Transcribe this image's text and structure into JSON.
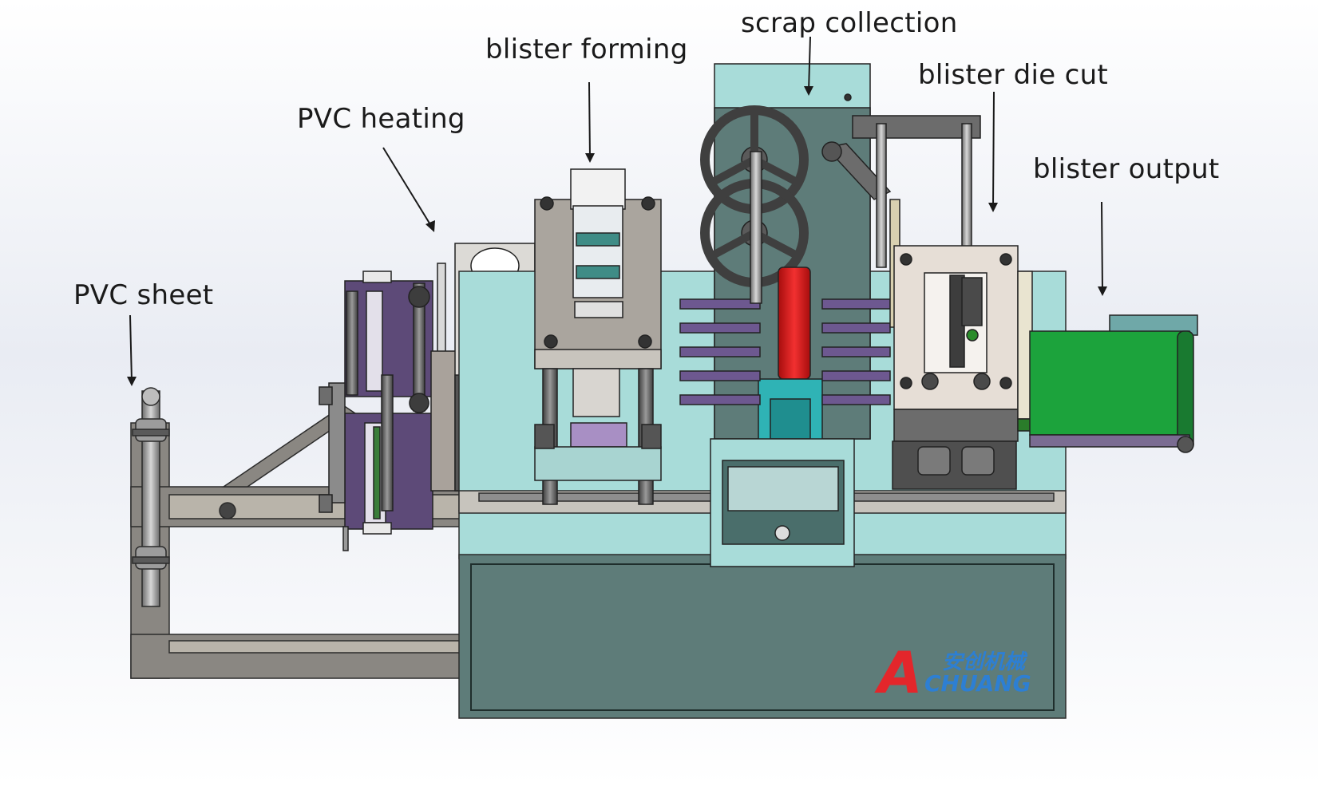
{
  "labels": {
    "pvc_sheet": "PVC sheet",
    "pvc_heating": "PVC heating",
    "blister_forming": "blister forming",
    "scrap_collection": "scrap collection",
    "blister_die_cut": "blister die cut",
    "blister_output": "blister output"
  },
  "logo": {
    "letter": "A",
    "chinese": "安创机械",
    "brand": "CHUANG"
  },
  "colors": {
    "teal_light": "#a8dcd9",
    "teal_dark": "#5e7c79",
    "purple": "#5d4a78",
    "gray_steel": "#8d8984",
    "belt_green": "#1ca33c",
    "roller_red": "#e01414",
    "logo_red": "#e3262b",
    "logo_blue": "#2d7fd3"
  }
}
